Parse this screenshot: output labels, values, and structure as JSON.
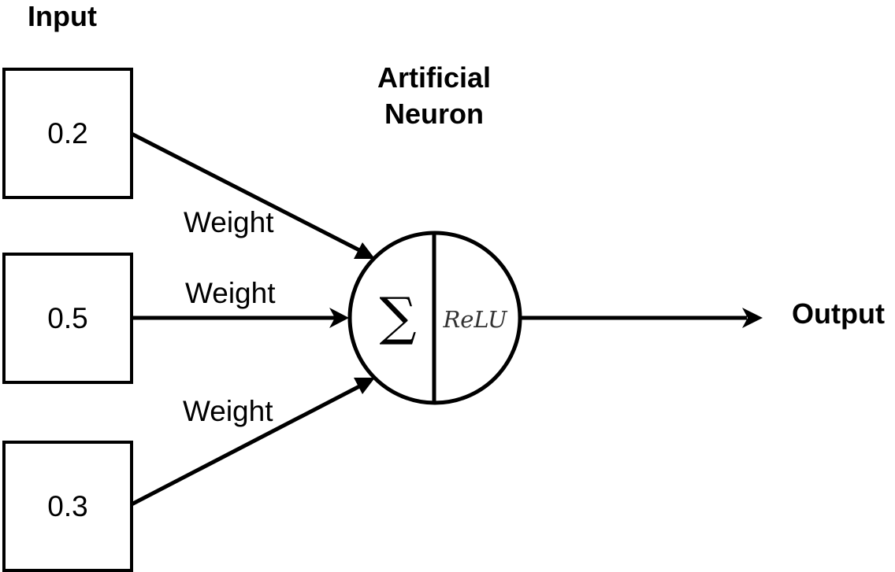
{
  "titles": {
    "input": "Input",
    "neuron_line1": "Artificial",
    "neuron_line2": "Neuron",
    "output": "Output"
  },
  "inputs": [
    {
      "value": "0.2"
    },
    {
      "value": "0.5"
    },
    {
      "value": "0.3"
    }
  ],
  "weights": [
    {
      "label": "Weight"
    },
    {
      "label": "Weight"
    },
    {
      "label": "Weight"
    }
  ],
  "neuron": {
    "sum_symbol": "∑",
    "activation": "ReLU"
  }
}
